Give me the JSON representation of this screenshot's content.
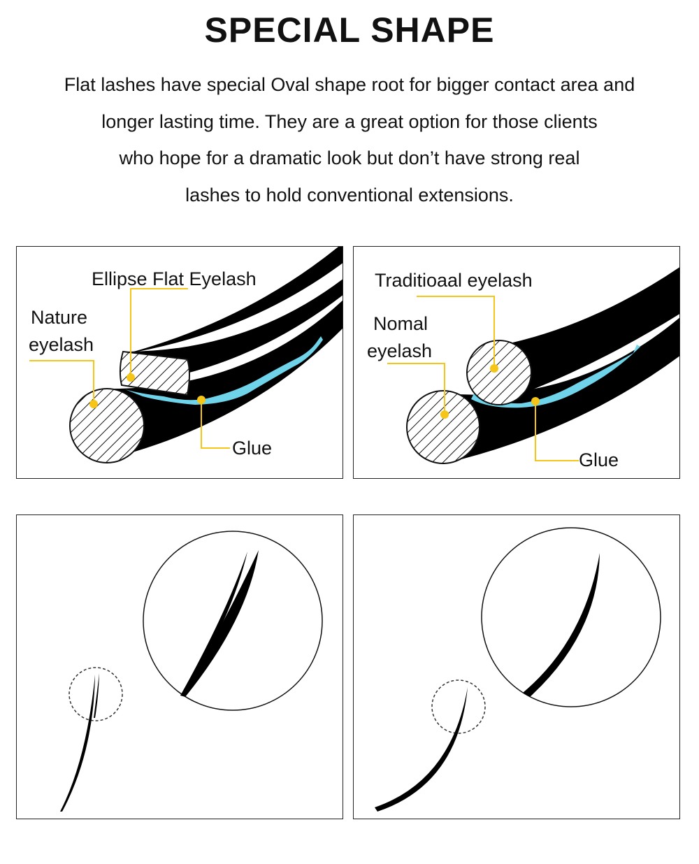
{
  "title": "SPECIAL SHAPE",
  "description": [
    "Flat lashes have special Oval shape root for bigger contact area and",
    "longer lasting time. They are a great option for those clients",
    "who hope for a dramatic look but don’t have strong real",
    "lashes to hold conventional extensions."
  ],
  "panels": {
    "flat": {
      "label_flat": "Ellipse Flat Eyelash",
      "label_nature_1": "Nature",
      "label_nature_2": "eyelash",
      "label_glue": "Glue"
    },
    "traditional": {
      "label_traditional": "Traditioaal eyelash",
      "label_normal_1": "Nomal",
      "label_normal_2": "eyelash",
      "label_glue": "Glue"
    }
  },
  "colors": {
    "lash": "#000000",
    "glue": "#6fd3ea",
    "callout": "#f5c518",
    "border": "#222222"
  }
}
